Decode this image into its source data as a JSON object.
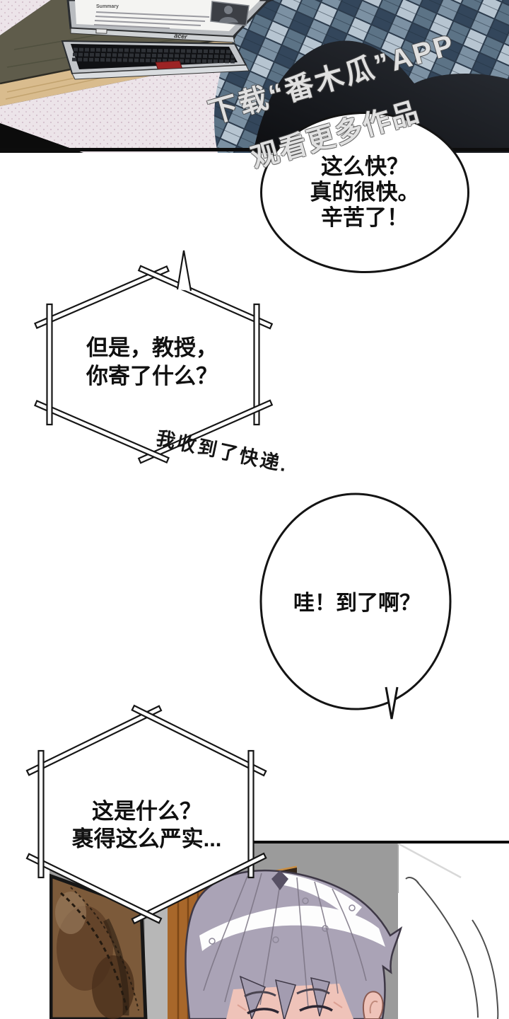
{
  "watermark": {
    "line1": "下载“番木瓜”APP",
    "line2": "观看更多作品"
  },
  "panel1": {
    "laptop_brand": "acer",
    "screen_doc_title": "Summary"
  },
  "speech": {
    "bubble1": [
      "这么快？",
      "真的很快。",
      "辛苦了！"
    ],
    "hex1": [
      "但是，教授，",
      "你寄了什么？"
    ],
    "note": "我收到了快递.",
    "bubble2": "哇！到了啊？",
    "hex2": [
      "这是什么？",
      "裹得这么严实..."
    ]
  },
  "palette": {
    "panel_dark": "#17191e",
    "plaid_blue": "#7c91a3",
    "plaid_dark": "#33465b",
    "plaid_light": "#b7c5d1",
    "desk_top": "#5f5c4b",
    "desk_edge": "#d9bc8e",
    "wall_speckle": "#ece4e9",
    "wall_grey": "#9b9b9b",
    "wardrobe_wood": "#a8672a",
    "picture_brown": "#7c5a3a",
    "hair_grey": "#aaa3b6",
    "skin": "#efc3b9",
    "touchpad_red": "#9c2424"
  }
}
